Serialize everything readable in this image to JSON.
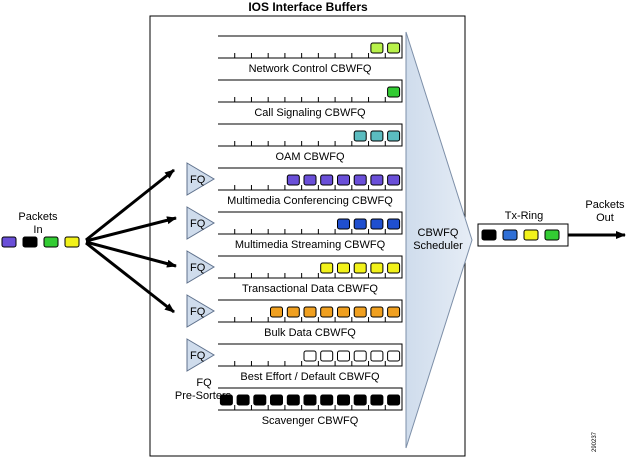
{
  "title": "IOS Interface Buffers",
  "packets_in": {
    "line1": "Packets",
    "line2": "In",
    "colors": [
      "#6a4fd8",
      "#000000",
      "#33cc33",
      "#f2f21a"
    ]
  },
  "packets_out": {
    "line1": "Packets",
    "line2": "Out"
  },
  "fq_label": "FQ",
  "fq_presorters": {
    "line1": "FQ",
    "line2": "Pre-Sorters"
  },
  "scheduler": {
    "line1": "CBWFQ",
    "line2": "Scheduler"
  },
  "tx_ring": {
    "label": "Tx-Ring",
    "packets": [
      "#000000",
      "#2f6fd6",
      "#f2f21a",
      "#33cc33"
    ]
  },
  "queues": [
    {
      "label": "Network Control CBWFQ",
      "fq": false,
      "packets": [
        "#b8f24a",
        "#b8f24a"
      ]
    },
    {
      "label": "Call Signaling CBWFQ",
      "fq": false,
      "packets": [
        "#33cc33"
      ]
    },
    {
      "label": "OAM CBWFQ",
      "fq": false,
      "packets": [
        "#5bbcc0",
        "#5bbcc0",
        "#5bbcc0"
      ]
    },
    {
      "label": "Multimedia Conferencing CBWFQ",
      "fq": true,
      "packets": [
        "#6a4fd8",
        "#6a4fd8",
        "#6a4fd8",
        "#6a4fd8",
        "#6a4fd8",
        "#6a4fd8",
        "#6a4fd8"
      ]
    },
    {
      "label": "Multimedia Streaming CBWFQ",
      "fq": true,
      "packets": [
        "#1f4fcf",
        "#1f4fcf",
        "#1f4fcf",
        "#1f4fcf"
      ]
    },
    {
      "label": "Transactional Data CBWFQ",
      "fq": true,
      "packets": [
        "#f2f21a",
        "#f2f21a",
        "#f2f21a",
        "#f2f21a",
        "#f2f21a"
      ]
    },
    {
      "label": "Bulk Data CBWFQ",
      "fq": true,
      "packets": [
        "#f0a020",
        "#f0a020",
        "#f0a020",
        "#f0a020",
        "#f0a020",
        "#f0a020",
        "#f0a020",
        "#f0a020"
      ]
    },
    {
      "label": "Best Effort / Default CBWFQ",
      "fq": true,
      "packets": [
        "#ffffff",
        "#ffffff",
        "#ffffff",
        "#ffffff",
        "#ffffff",
        "#ffffff"
      ]
    },
    {
      "label": "Scavenger CBWFQ",
      "fq": false,
      "packets": [
        "#000000",
        "#000000",
        "#000000",
        "#000000",
        "#000000",
        "#000000",
        "#000000",
        "#000000",
        "#000000",
        "#000000",
        "#000000"
      ]
    }
  ],
  "figure_id": "290237"
}
